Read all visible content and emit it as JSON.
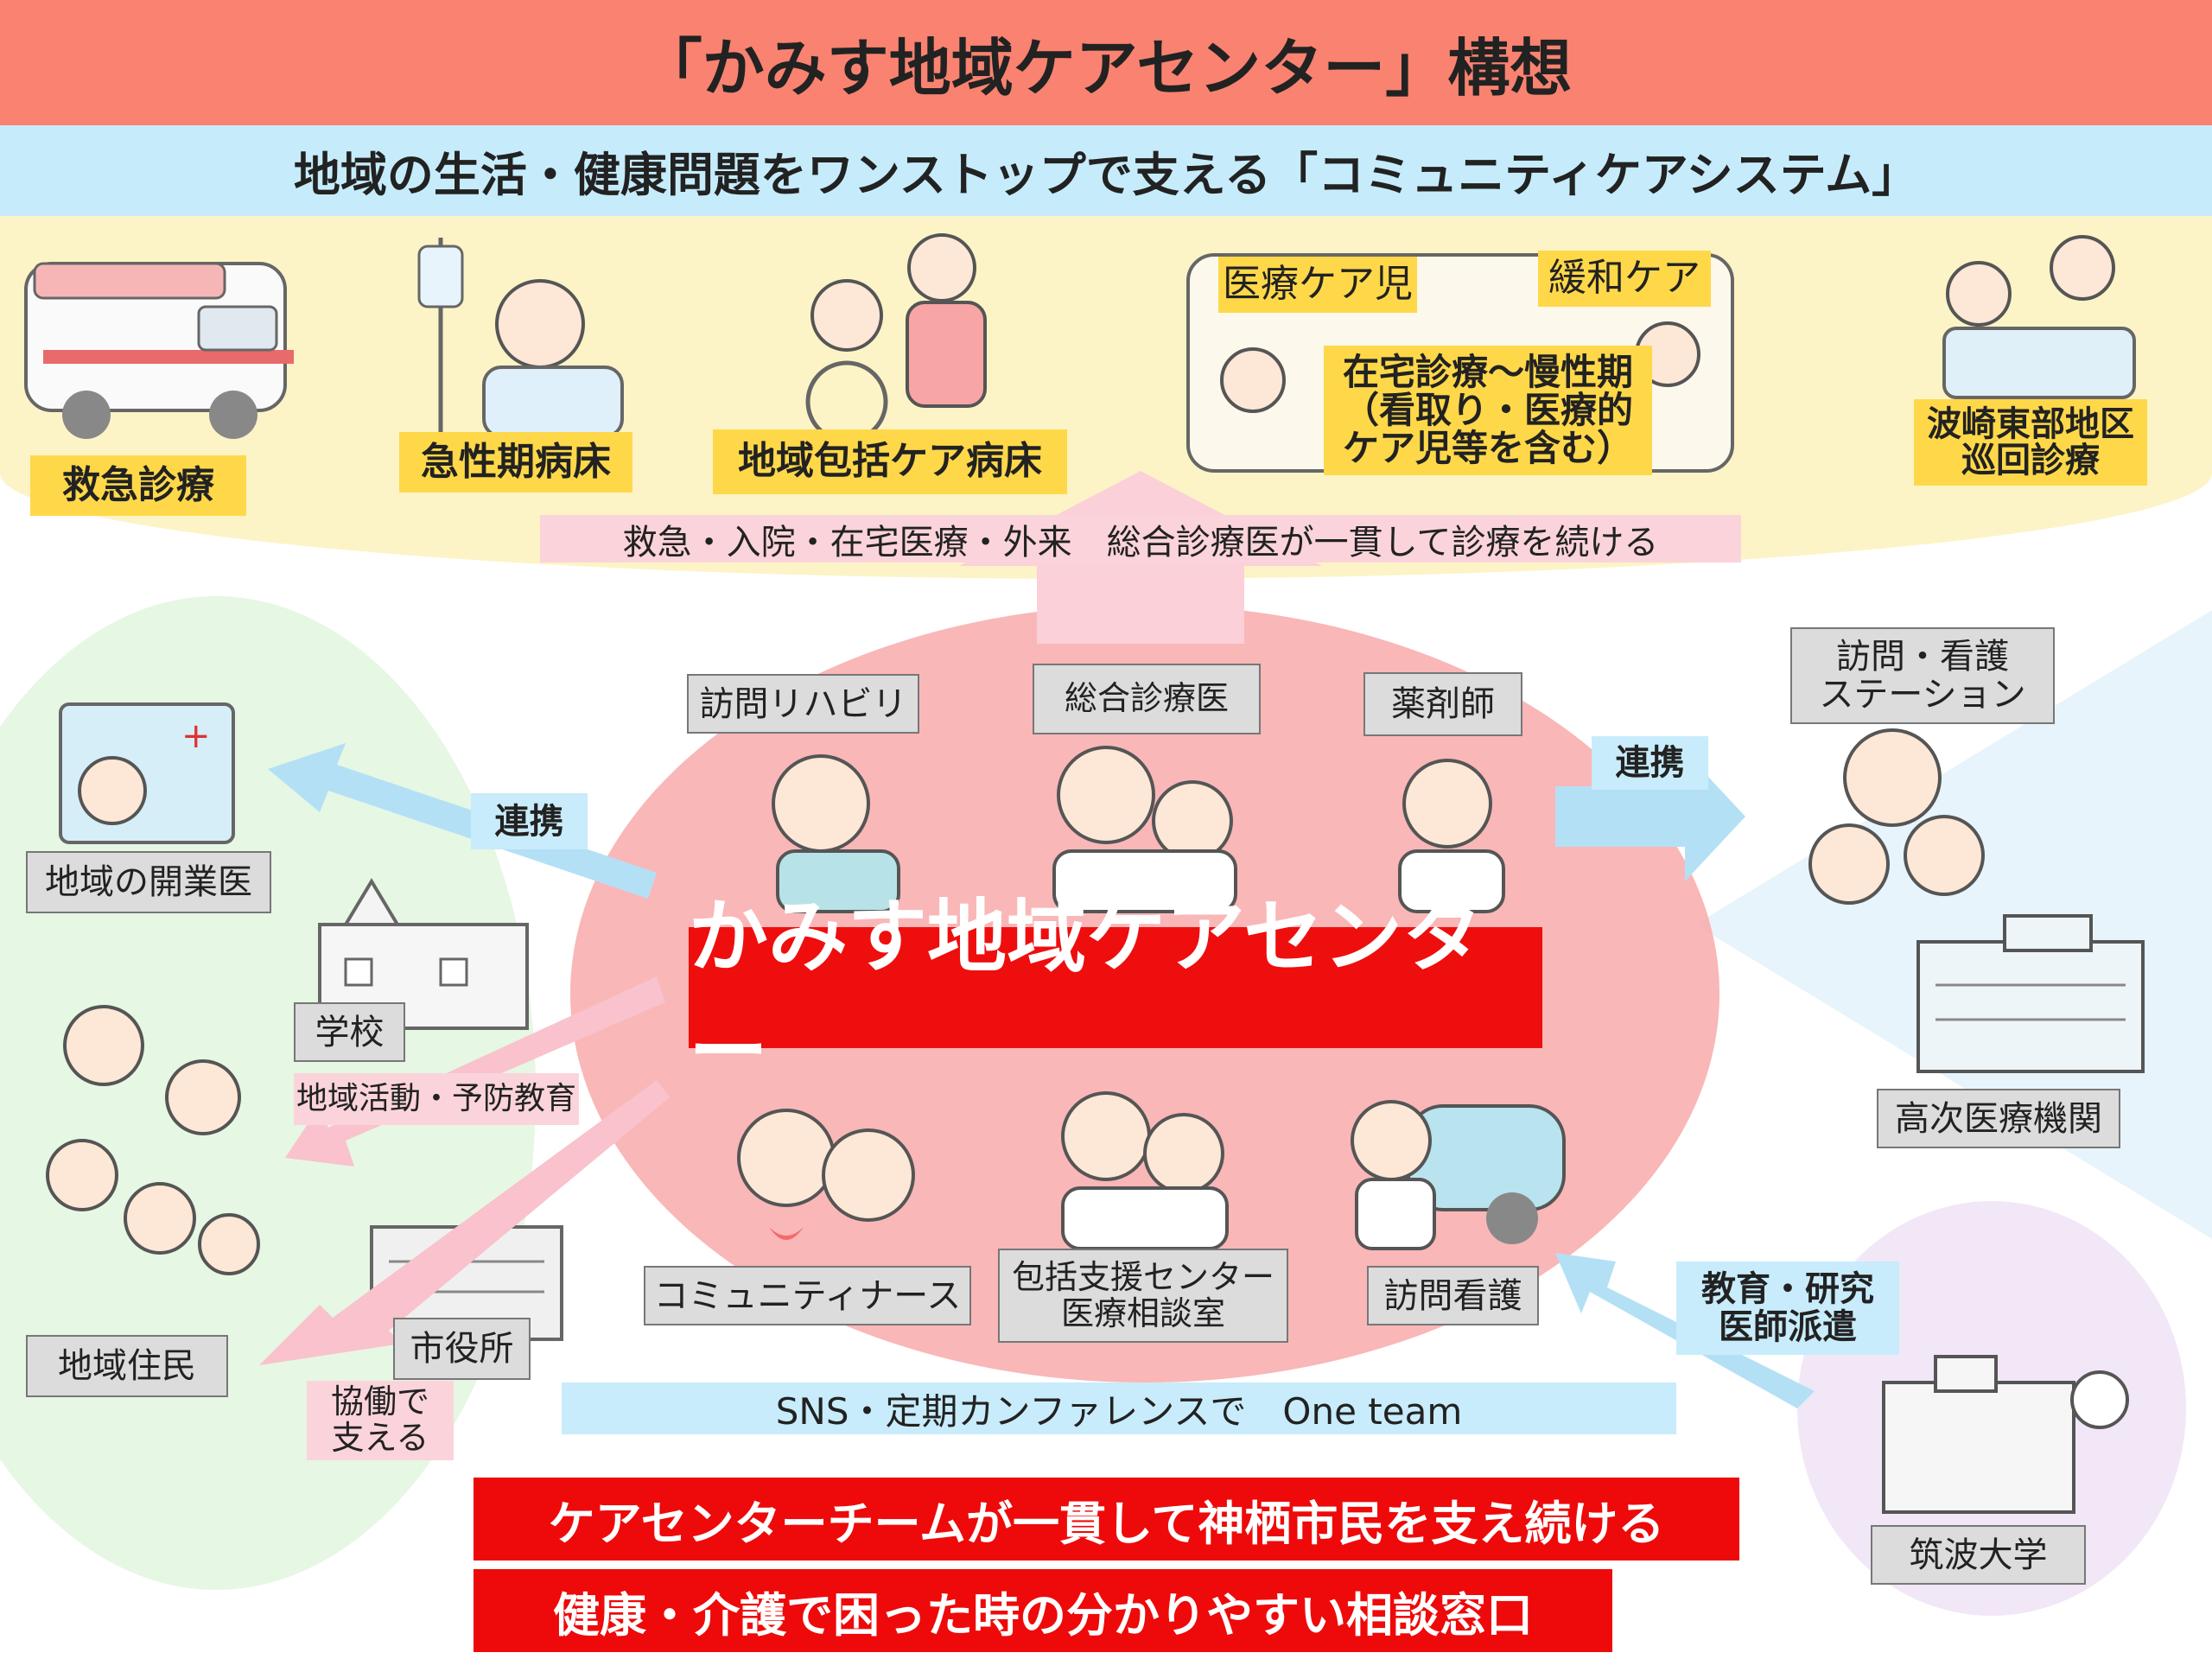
{
  "header": {
    "title": "「かみす地域ケアセンター」構想"
  },
  "subheader": {
    "text": "地域の生活・健康問題をワンストップで支える「コミュニティケアシステム」"
  },
  "top_row": {
    "labels": {
      "emergency": "救急診療",
      "acute": "急性期病床",
      "community_ward": "地域包括ケア病床",
      "medical_care_child": "医療ケア児",
      "palliative": "緩和ケア",
      "home_care": "在宅診療〜慢性期\n（看取り・医療的\nケア児等を含む）",
      "hasaki": "波崎東部地区\n巡回診療"
    },
    "band_text": "救急・入院・在宅医療・外来　総合診療医が一貫して診療を続ける"
  },
  "center": {
    "title": "かみす地域ケアセンター",
    "roles": {
      "rehab": "訪問リハビリ",
      "gp": "総合診療医",
      "pharmacist": "薬剤師",
      "community_nurse": "コミュニティナース",
      "support_center": "包括支援センター\n医療相談室",
      "visit_nursing": "訪問看護"
    },
    "sns_text": "SNS・定期カンファレンスで　One team"
  },
  "left_side": {
    "renkei": "連携",
    "clinics": "地域の開業医",
    "school": "学校",
    "activity": "地域活動・予防教育",
    "residents": "地域住民",
    "city_hall": "市役所",
    "cooperation": "協働で\n支える"
  },
  "right_side": {
    "renkei": "連携",
    "station": "訪問・看護\nステーション",
    "advanced": "高次医療機関",
    "education": "教育・研究\n医師派遣",
    "university": "筑波大学"
  },
  "bottom": {
    "line1": "ケアセンターチームが一貫して神栖市民を支え続ける",
    "line2": "健康・介護で困った時の分かりやすい相談窓口"
  },
  "colors": {
    "header": "#f98270",
    "subheader": "#c6ecfb",
    "yellow_label": "#ffd84a",
    "center_red": "#ee0e0e",
    "ellipse_pink": "#f8aaaa"
  }
}
